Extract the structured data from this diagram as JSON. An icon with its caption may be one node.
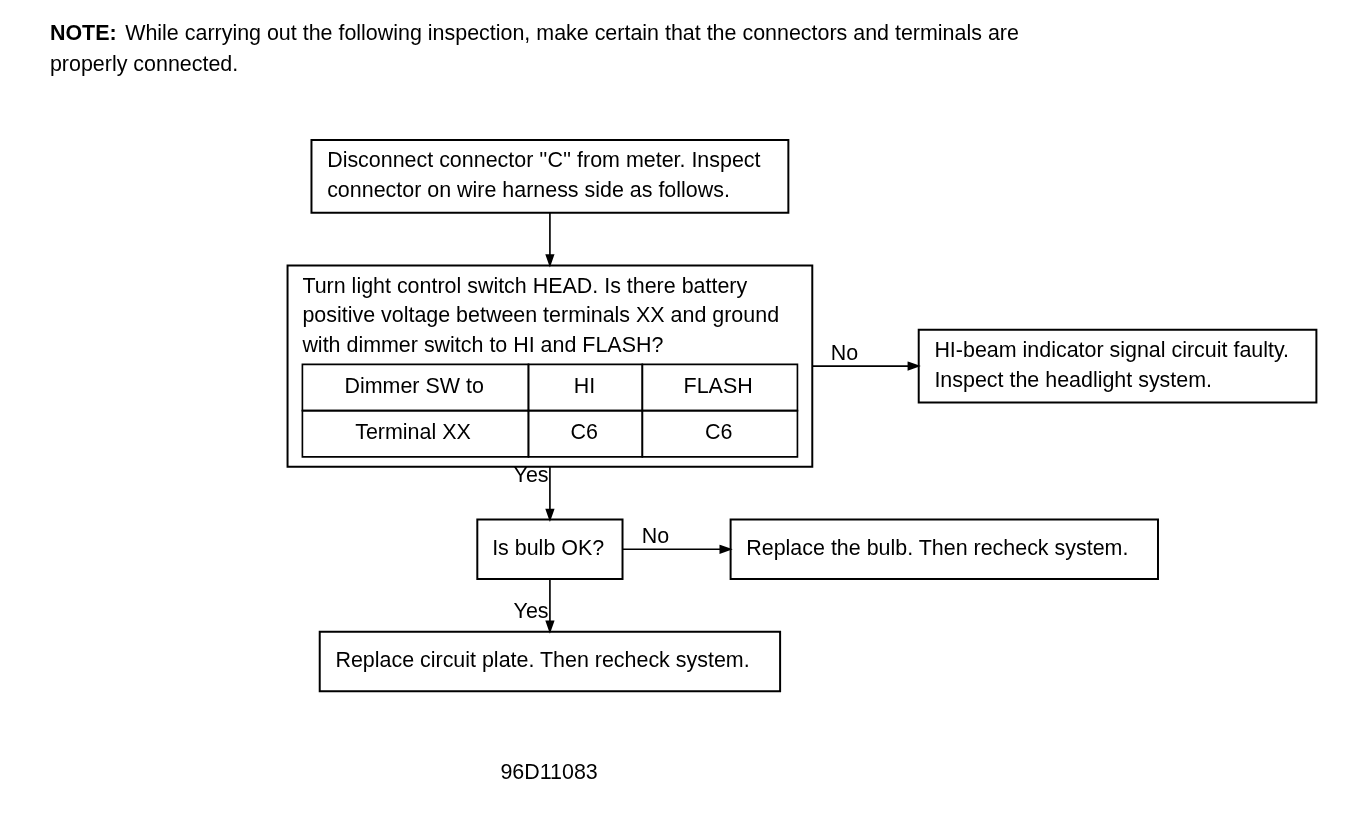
{
  "diagram": {
    "nodes": [
      {
        "text": [
          "Disconnect connector ''C'' from meter. Inspect connector on wire harness side as follows."
        ]
      },
      {
        "text": [
          "Turn light control switch HEAD. Is there battery positive voltage between terminals XX and ground with dimmer switch to HI and FLASH?"
        ]
      },
      {
        "text": [
          "HI-beam indicator signal circuit faulty. Inspect the headlight system."
        ]
      },
      {
        "text": [
          "Is bulb OK?"
        ]
      },
      {
        "text": [
          "Replace the bulb. Then recheck system."
        ]
      },
      {
        "text": [
          "Replace circuit plate. Then recheck system."
        ]
      }
    ],
    "edges": [
      {
        "from": 0,
        "to": 1,
        "arrow": "to"
      },
      {
        "from": 1,
        "to": 2,
        "arrow": "to",
        "label": "No"
      },
      {
        "from": 1,
        "to": 3,
        "arrow": "to",
        "label": "Yes"
      },
      {
        "from": 3,
        "to": 4,
        "arrow": "to",
        "label": "No"
      },
      {
        "from": 3,
        "to": 5,
        "arrow": "to",
        "label": "Yes"
      }
    ],
    "labels": [
      "**NOTE:** While carrying out the following inspection, make certain that the connectors and terminals are properly connected.",
      "Dimmer SW to",
      "HI",
      "FLASH",
      "Terminal XX",
      "C6",
      "C6",
      "96D11083"
    ]
  }
}
